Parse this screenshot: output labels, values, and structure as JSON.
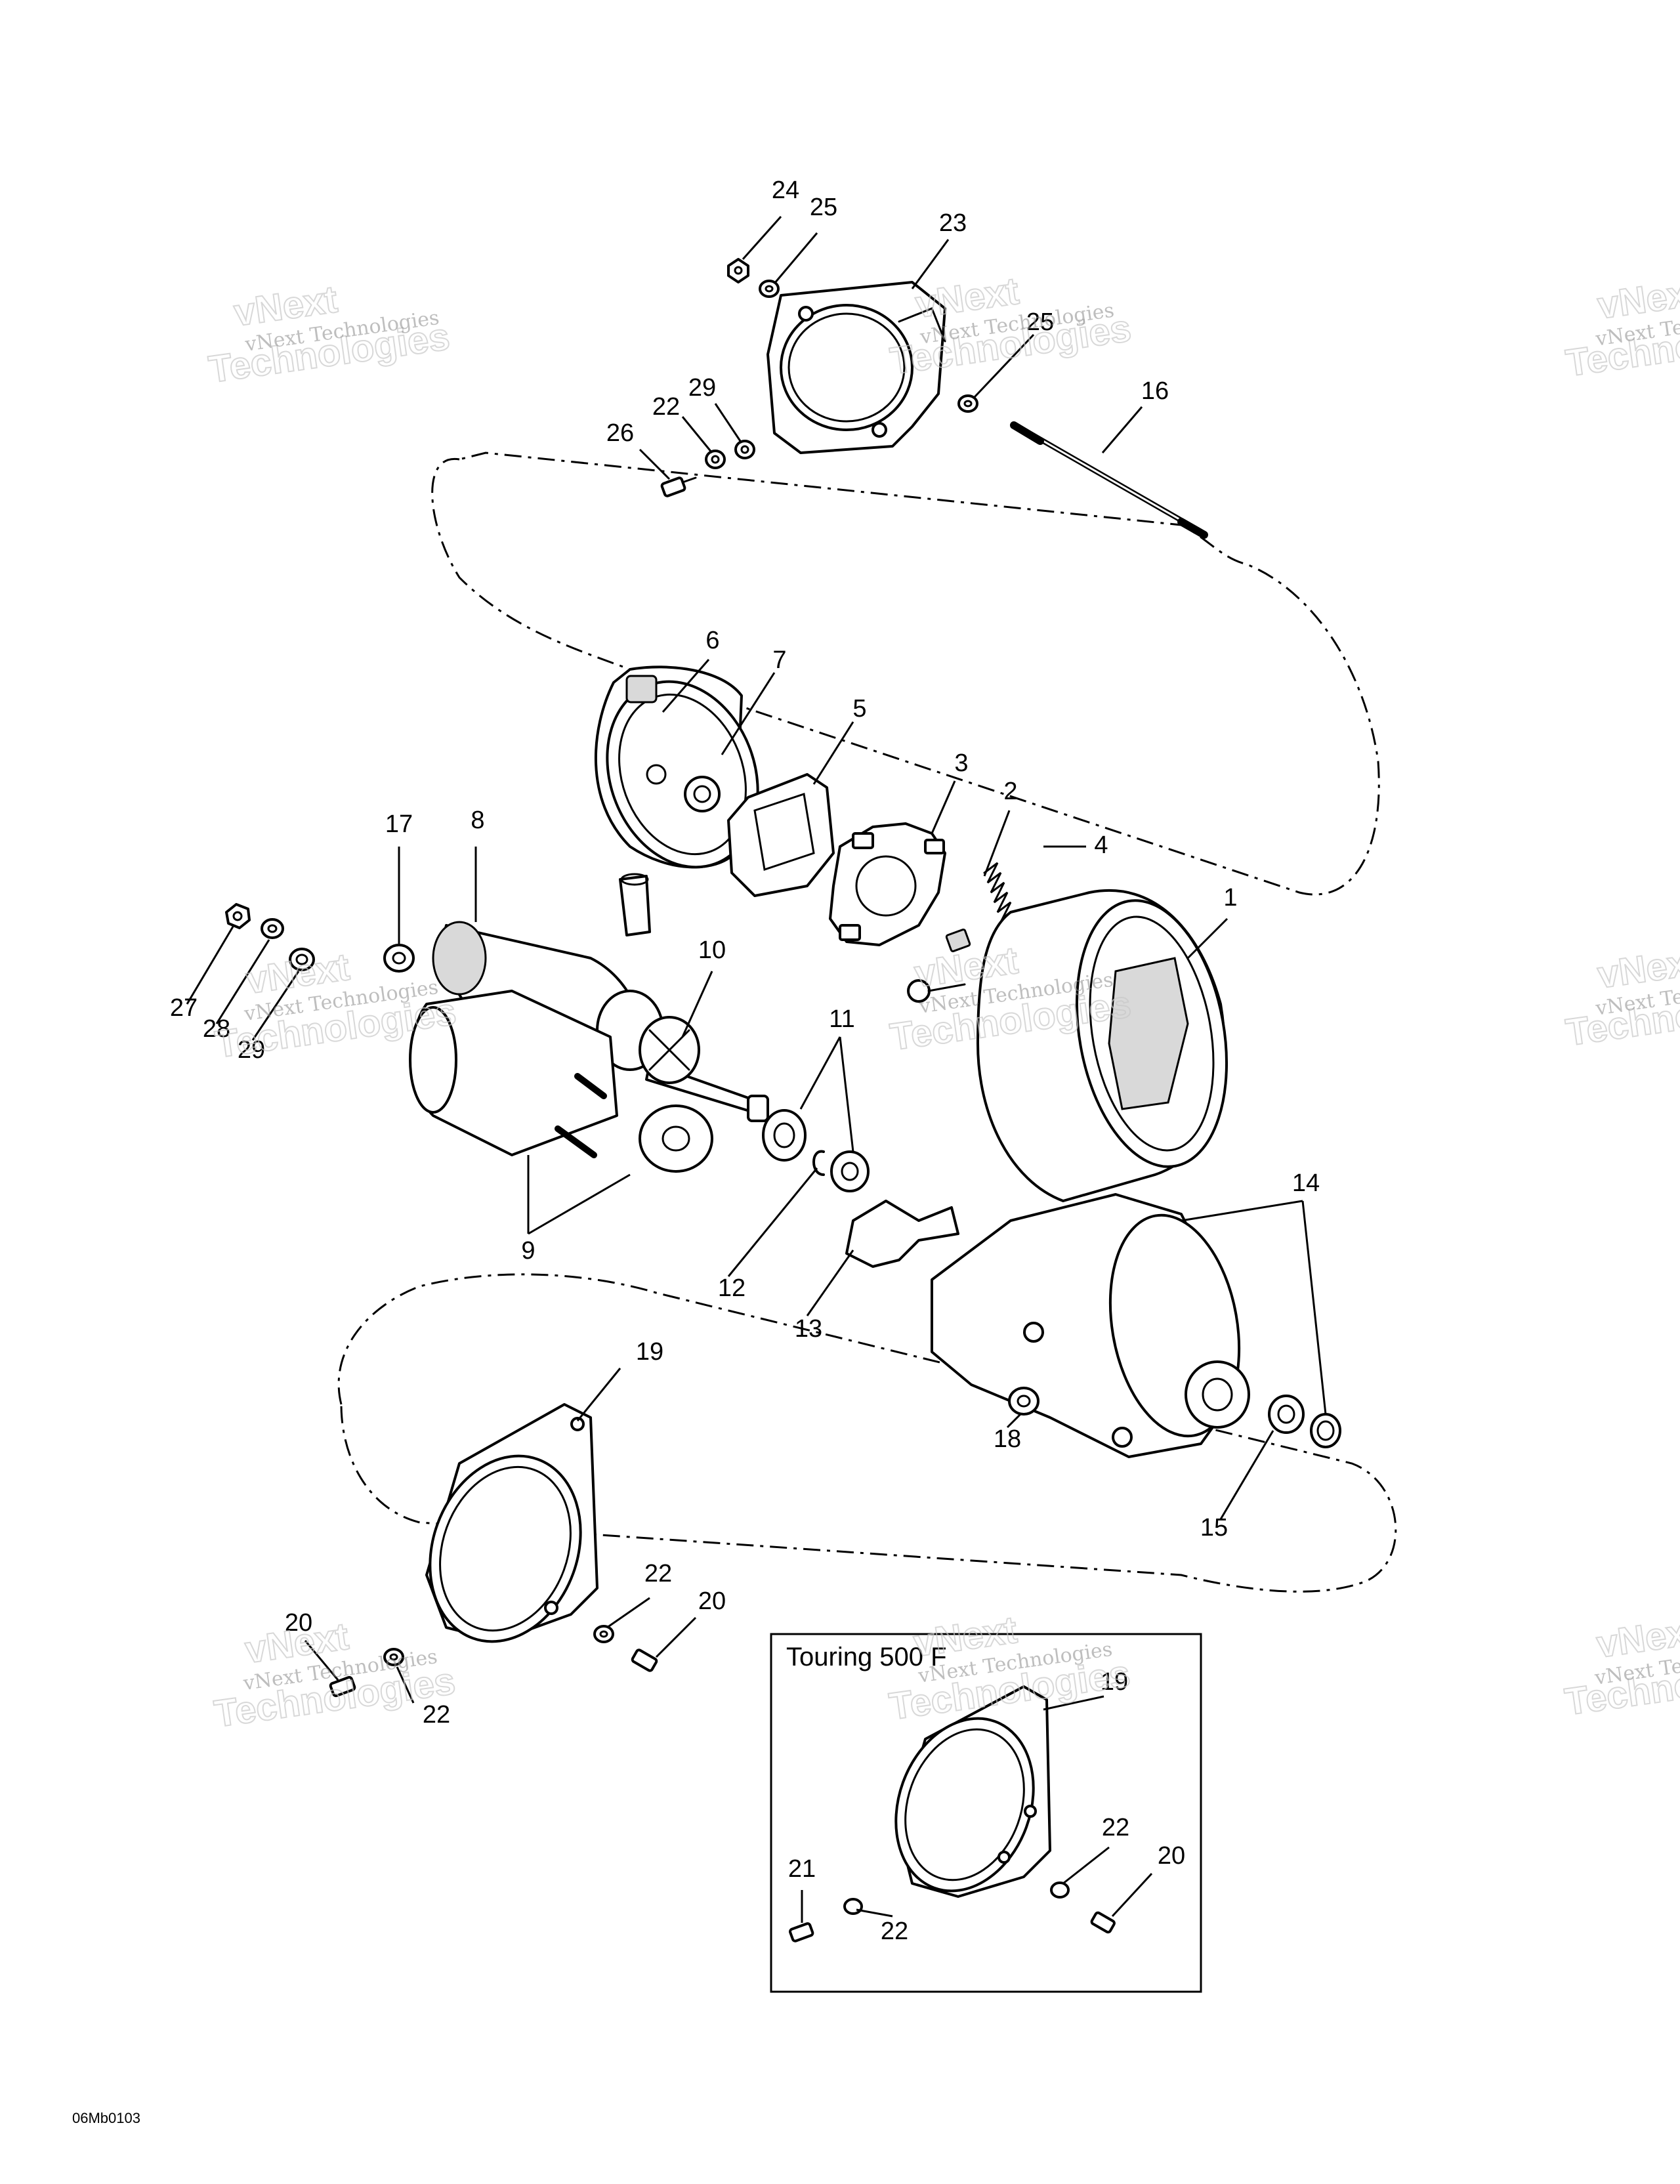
{
  "diagram": {
    "reference_code": "06Mb0103",
    "inset_title": "Touring 500 F",
    "callouts": [
      "1",
      "2",
      "3",
      "4",
      "5",
      "6",
      "7",
      "8",
      "9",
      "10",
      "11",
      "12",
      "13",
      "14",
      "15",
      "16",
      "17",
      "18",
      "19",
      "20",
      "21",
      "22",
      "23",
      "24",
      "25",
      "26",
      "27",
      "28",
      "29"
    ],
    "watermark": {
      "name": "vNext Technologies",
      "mark_line1": "vNext",
      "mark_line2": "Technologies"
    }
  }
}
